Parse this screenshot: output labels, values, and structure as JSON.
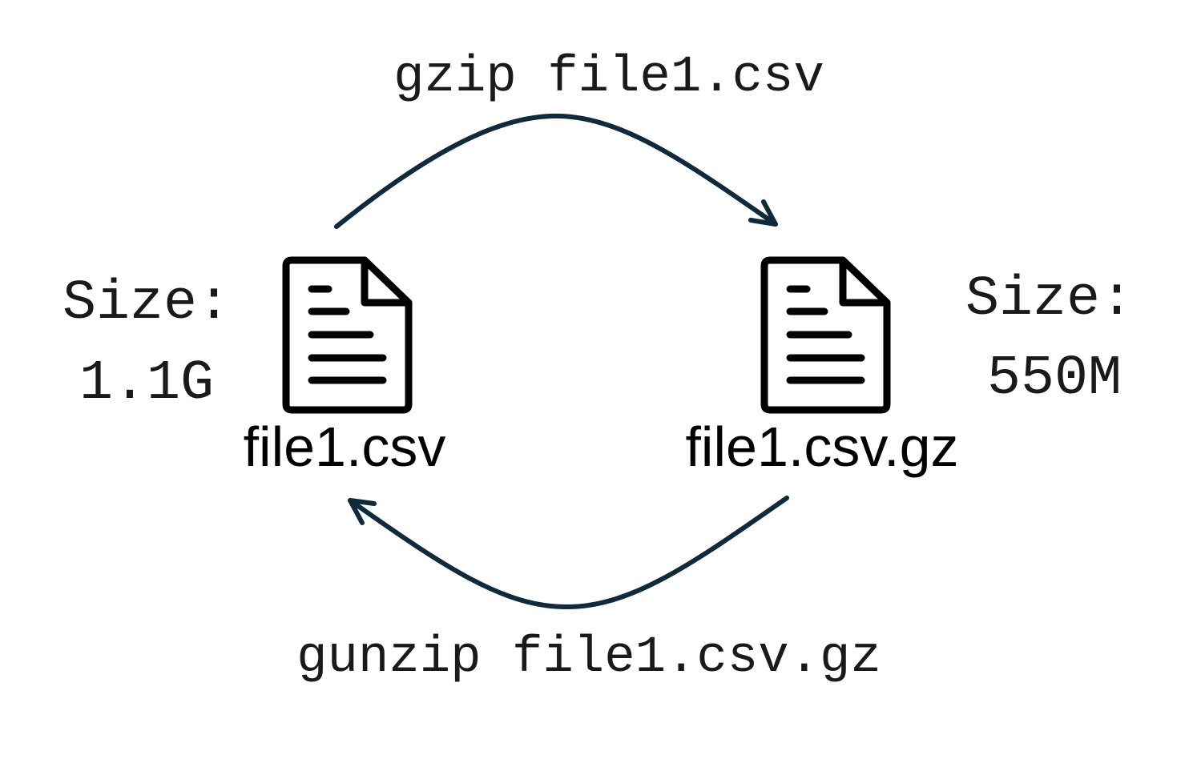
{
  "commands": {
    "compress": "gzip file1.csv",
    "decompress": "gunzip file1.csv.gz"
  },
  "original_file": {
    "name": "file1.csv",
    "size_label": "Size:",
    "size_value": "1.1G"
  },
  "compressed_file": {
    "name": "file1.csv.gz",
    "size_label": "Size:",
    "size_value": "550M"
  },
  "icons": {
    "file": "document-icon"
  },
  "colors": {
    "arrow": "#0f2a3a",
    "icon": "#000000",
    "text": "#1a1a1a"
  }
}
